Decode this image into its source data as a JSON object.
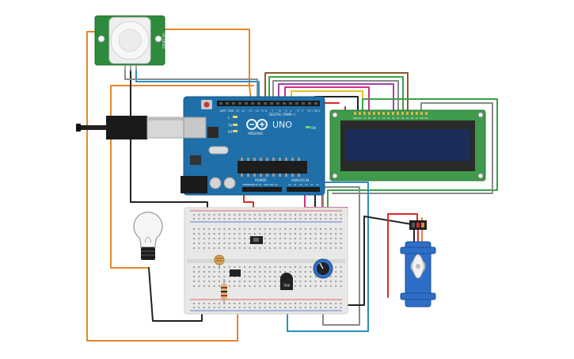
{
  "arduino": {
    "logo_text": "UNO",
    "brand_text": "ARDUINO",
    "digital_label": "DIGITAL (PWM~)",
    "power_label": "POWER",
    "analog_label": "ANALOG IN",
    "aref_label": "AREF",
    "gnd_label": "GND",
    "digital_pins": [
      "13",
      "12",
      "~11",
      "~10",
      "~9",
      "8",
      "7",
      "~6",
      "~5",
      "4",
      "~3",
      "2",
      "TX 1",
      "RX 0"
    ],
    "power_pins": [
      "IOREF",
      "RESET",
      "3.3V",
      "5V",
      "GND",
      "GND",
      "Vin"
    ],
    "analog_pins": [
      "A0",
      "A1",
      "A2",
      "A3",
      "A4",
      "A5"
    ],
    "on_label": "ON",
    "tx_label": "TX",
    "rx_label": "RX",
    "l_label": "L"
  },
  "pir": {
    "model_text": "HC-SR501"
  },
  "lcd": {
    "pin_labels": [
      "GND",
      "VCC",
      "V0",
      "RS",
      "RW",
      "E",
      "D0",
      "D1",
      "D2",
      "D3",
      "D4",
      "D5",
      "D6",
      "D7",
      "LED",
      "LED"
    ]
  },
  "transistor": {
    "label": "TMP"
  },
  "colors": {
    "wire_orange": "#e8862b",
    "wire_black": "#222222",
    "wire_red": "#d62a2a",
    "wire_green": "#3aa24a",
    "wire_blue": "#2a8fc4",
    "wire_purple": "#a23fb0",
    "wire_magenta": "#cc2e8a",
    "wire_yellow": "#e2c22a",
    "wire_gray": "#8a8a8a",
    "wire_brown": "#8b5a2b",
    "board_blue": "#1f6fa8",
    "pcb_green": "#2e8b3d",
    "lcd_screen": "#1d2d5a",
    "breadboard": "#e8e8e6",
    "servo_blue": "#2d6fc7"
  }
}
